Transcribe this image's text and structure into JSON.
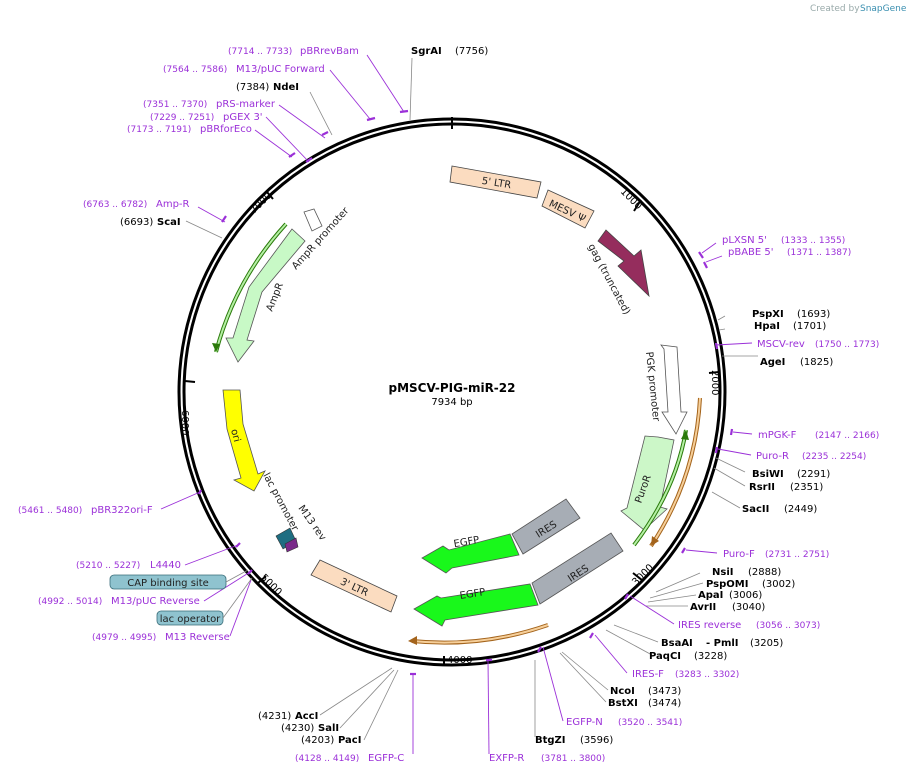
{
  "credit": {
    "created_by": "Created by",
    "brand": "SnapGene"
  },
  "map": {
    "title": "pMSCV-PIG-miR-22",
    "length": "7934 bp",
    "tick_labels": [
      "1000",
      "2000",
      "3000",
      "4000",
      "5000",
      "6000",
      "7000"
    ]
  },
  "enzymes_top": [
    {
      "name": "SgrAI",
      "pos": "(7756)"
    },
    {
      "name": "NdeI",
      "pos": "(7384)"
    },
    {
      "name": "ScaI",
      "pos": "(6693)"
    }
  ],
  "enzymes_right": [
    {
      "name": "PspXI",
      "pos": "(1693)"
    },
    {
      "name": "HpaI",
      "pos": "(1701)"
    },
    {
      "name": "AgeI",
      "pos": "(1825)"
    },
    {
      "name": "BsiWI",
      "pos": "(2291)"
    },
    {
      "name": "RsrII",
      "pos": "(2351)"
    },
    {
      "name": "SacII",
      "pos": "(2449)"
    },
    {
      "name": "NsiI",
      "pos": "(2888)"
    },
    {
      "name": "PspOMI",
      "pos": "(3002)"
    },
    {
      "name": "ApaI",
      "pos": "(3006)"
    },
    {
      "name": "AvrII",
      "pos": "(3040)"
    },
    {
      "name": "BsaAI",
      "pos": "- PmlI",
      "pos2": "(3205)"
    },
    {
      "name": "PaqCI",
      "pos": "(3228)"
    },
    {
      "name": "NcoI",
      "pos": "(3473)"
    },
    {
      "name": "BstXI",
      "pos": "(3474)"
    },
    {
      "name": "BtgZI",
      "pos": "(3596)"
    }
  ],
  "enzymes_bottom": [
    {
      "name": "AccI",
      "pos": "(4231)"
    },
    {
      "name": "SalI",
      "pos": "(4230)"
    },
    {
      "name": "PacI",
      "pos": "(4203)"
    }
  ],
  "primers": [
    {
      "name": "pBRrevBam",
      "pos": "(7714 .. 7733)"
    },
    {
      "name": "M13/pUC Forward",
      "pos": "(7564 .. 7586)"
    },
    {
      "name": "pRS-marker",
      "pos": "(7351 .. 7370)"
    },
    {
      "name": "pGEX 3'",
      "pos": "(7229 .. 7251)"
    },
    {
      "name": "pBRforEco",
      "pos": "(7173 .. 7191)"
    },
    {
      "name": "Amp-R",
      "pos": "(6763 .. 6782)"
    },
    {
      "name": "pBR322ori-F",
      "pos": "(5461 .. 5480)"
    },
    {
      "name": "L4440",
      "pos": "(5210 .. 5227)"
    },
    {
      "name": "M13/pUC Reverse",
      "pos": "(4992 .. 5014)"
    },
    {
      "name": "M13 Reverse",
      "pos": "(4979 .. 4995)"
    },
    {
      "name": "pLXSN 5'",
      "pos": "(1333 .. 1355)"
    },
    {
      "name": "pBABE 5'",
      "pos": "(1371 .. 1387)"
    },
    {
      "name": "MSCV-rev",
      "pos": "(1750 .. 1773)"
    },
    {
      "name": "mPGK-F",
      "pos": "(2147 .. 2166)"
    },
    {
      "name": "Puro-R",
      "pos": "(2235 .. 2254)"
    },
    {
      "name": "Puro-F",
      "pos": "(2731 .. 2751)"
    },
    {
      "name": "IRES reverse",
      "pos": "(3056 .. 3073)"
    },
    {
      "name": "IRES-F",
      "pos": "(3283 .. 3302)"
    },
    {
      "name": "EGFP-N",
      "pos": "(3520 .. 3541)"
    },
    {
      "name": "EGFP-C",
      "pos": "(4128 .. 4149)"
    },
    {
      "name": "EXFP-R",
      "pos": "(3781 .. 3800)"
    }
  ],
  "boxed_features": [
    "CAP binding site",
    "lac operator"
  ],
  "features": {
    "ltr5": "5' LTR",
    "mesv": "MESV Ψ",
    "gag": "gag (truncated)",
    "pgk": "PGK promoter",
    "puror": "PuroR",
    "ires1": "IRES",
    "egfp1": "EGFP",
    "ires2": "IRES",
    "egfp2": "EGFP",
    "ltr3": "3' LTR",
    "lacp": "lac promoter",
    "m13rev": "M13 rev",
    "ori": "ori",
    "ampr": "AmpR",
    "amprp": "AmpR promoter"
  },
  "colors": {
    "ltr": "#fbdcc0",
    "gag": "#952d5d",
    "egfp": "#19f81b",
    "ires": "#a7adb5",
    "puro": "#ccf7c8",
    "ori": "#ffff00",
    "amp": "#c8f9c6",
    "primer": "#9b30d8",
    "lacbox": "#8fc3cf"
  }
}
